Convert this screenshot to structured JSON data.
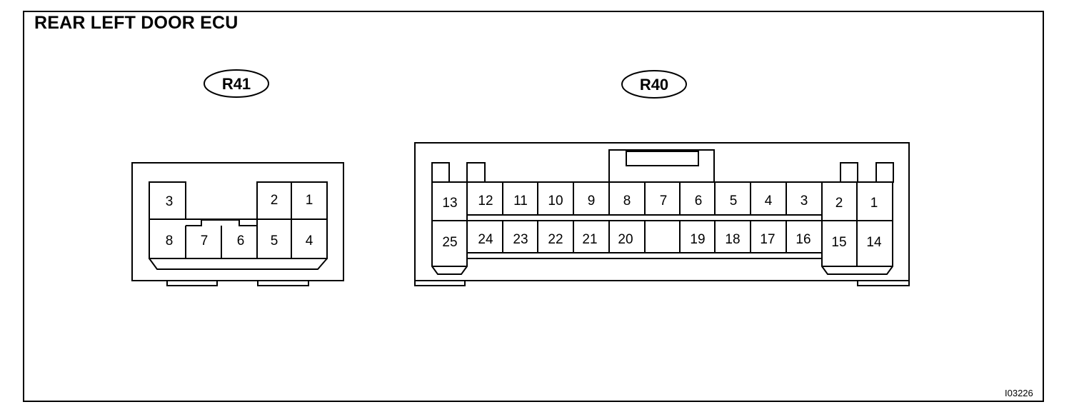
{
  "title": "REAR LEFT DOOR ECU",
  "figure_id": "I03226",
  "connectors": {
    "r41": {
      "label": "R41",
      "top_row": [
        "3",
        "2",
        "1"
      ],
      "bottom_row": [
        "8",
        "7",
        "6",
        "5",
        "4"
      ]
    },
    "r40": {
      "label": "R40",
      "top_row": [
        "13",
        "12",
        "11",
        "10",
        "9",
        "8",
        "7",
        "6",
        "5",
        "4",
        "3",
        "2",
        "1"
      ],
      "bottom_row": [
        "25",
        "24",
        "23",
        "22",
        "21",
        "20",
        "19",
        "18",
        "17",
        "16",
        "15",
        "14"
      ]
    }
  }
}
